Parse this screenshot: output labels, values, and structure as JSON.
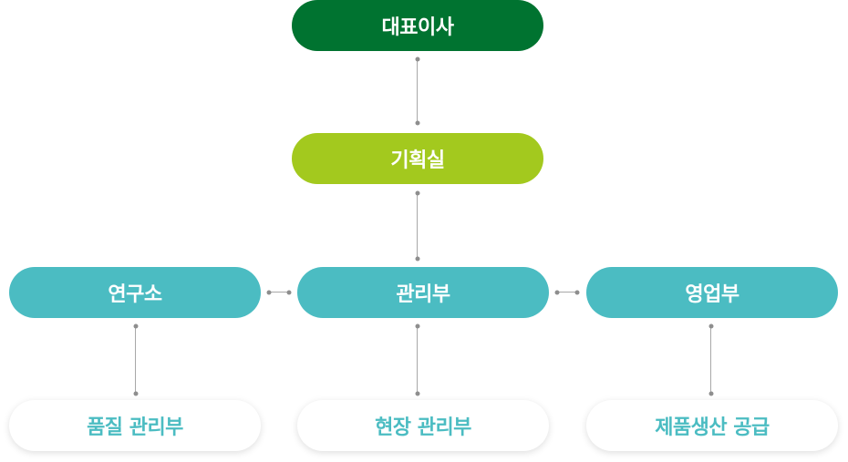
{
  "nodes": {
    "ceo": {
      "label": "대표이사",
      "color": "#007330"
    },
    "planning": {
      "label": "기획실",
      "color": "#a3c91e"
    },
    "research": {
      "label": "연구소",
      "color": "#4bbcc2"
    },
    "management": {
      "label": "관리부",
      "color": "#4bbcc2"
    },
    "sales": {
      "label": "영업부",
      "color": "#4bbcc2"
    },
    "quality": {
      "label": "품질 관리부",
      "color": "#4bbcc2"
    },
    "site": {
      "label": "현장 관리부",
      "color": "#4bbcc2"
    },
    "production": {
      "label": "제품생산 공급",
      "color": "#4bbcc2"
    }
  },
  "connections": [
    [
      "ceo",
      "planning"
    ],
    [
      "planning",
      "management"
    ],
    [
      "management",
      "research"
    ],
    [
      "management",
      "sales"
    ],
    [
      "research",
      "quality"
    ],
    [
      "management",
      "site"
    ],
    [
      "sales",
      "production"
    ]
  ]
}
